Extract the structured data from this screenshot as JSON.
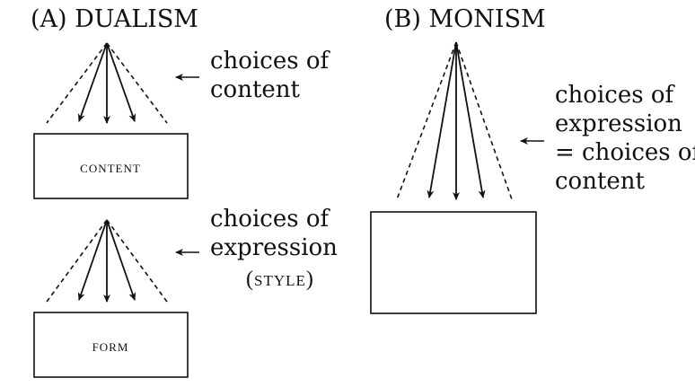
{
  "panel_a": {
    "title": "(A) DUALISM",
    "upper_annotation": {
      "lines": [
        "choices of",
        "content"
      ]
    },
    "content_box_label": "content",
    "lower_annotation": {
      "lines": [
        "choices of",
        "expression",
        "(style)"
      ]
    },
    "form_box_label": "form"
  },
  "panel_b": {
    "title": "(B) MONISM",
    "annotation": {
      "lines": [
        "choices of",
        "expression",
        "= choices of",
        "content"
      ]
    }
  },
  "colors": {
    "ink": "#111111",
    "background": "#ffffff"
  }
}
